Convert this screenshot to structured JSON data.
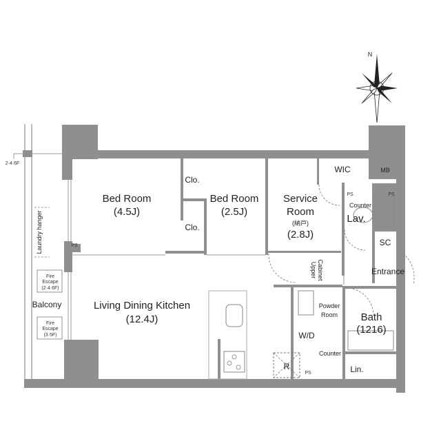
{
  "compass": {
    "north_label": "N"
  },
  "balcony": {
    "label": "Balcony",
    "floor_note": "2·4·6F",
    "laundry": "Laundry hanger",
    "fire_escape_1": {
      "line1": "Fire",
      "line2": "Escape",
      "line3": "(2·4·6F)"
    },
    "fire_escape_2": {
      "line1": "Fire",
      "line2": "Escape",
      "line3": "(3·5F)"
    }
  },
  "rooms": {
    "bed1": {
      "name": "Bed Room",
      "size": "(4.5J)"
    },
    "bed2": {
      "name": "Bed Room",
      "size": "(2.5J)"
    },
    "service": {
      "name1": "Service",
      "name2": "Room",
      "note": "(納戸)",
      "size": "(2.8J)"
    },
    "ldk": {
      "name": "Living Dining Kitchen",
      "size": "(12.4J)"
    },
    "clo1": "Clo.",
    "clo2": "Clo.",
    "wic": "WIC",
    "mb": "MB",
    "ps1": "PS",
    "ps2": "PS",
    "ps3": "PS",
    "ps4": "PS",
    "counter1": "Counter",
    "lav": "Lav.",
    "sc": "SC",
    "entrance": "Entrance",
    "upper_cabinet1": "Upper",
    "upper_cabinet2": "Cabinet",
    "powder1": "Powder",
    "powder2": "Room",
    "bath": "Bath",
    "bath_size": "(1216)",
    "wd": "W/D",
    "counter2": "Counter",
    "r": "R",
    "lin": "Lin."
  }
}
